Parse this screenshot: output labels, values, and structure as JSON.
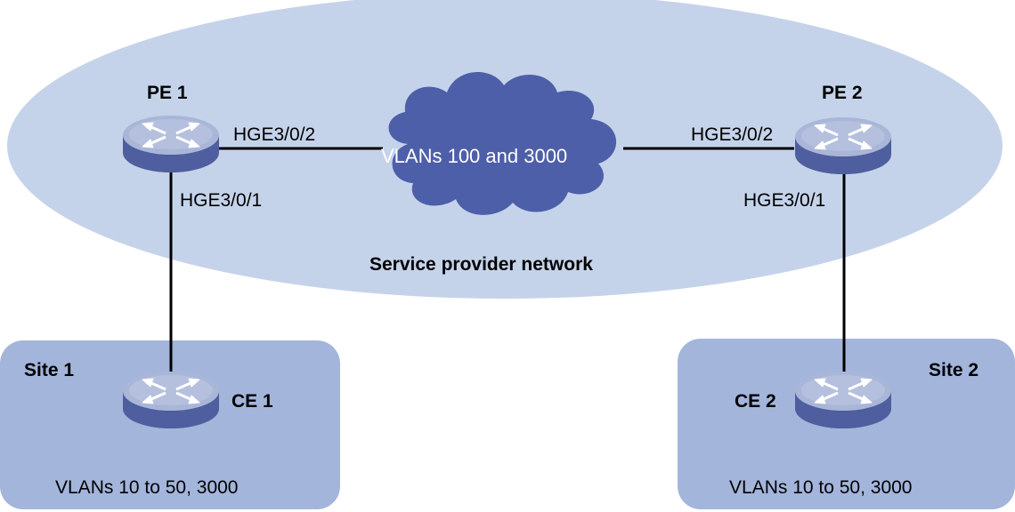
{
  "diagram": {
    "provider_network_label": "Service provider network",
    "cloud_label": "VLANs 100 and 3000",
    "devices": {
      "pe1": "PE 1",
      "pe2": "PE 2",
      "ce1": "CE 1",
      "ce2": "CE 2"
    },
    "ports": {
      "pe1_uplink": "HGE3/0/2",
      "pe1_downlink": "HGE3/0/1",
      "pe2_uplink": "HGE3/0/2",
      "pe2_downlink": "HGE3/0/1"
    },
    "sites": {
      "site1_name": "Site 1",
      "site1_vlans": "VLANs 10 to 50, 3000",
      "site2_name": "Site 2",
      "site2_vlans": "VLANs 10 to 50, 3000"
    },
    "colors": {
      "provider_ellipse": "#c5d3ea",
      "site_box": "#a3b5db",
      "cloud": "#4d5fa8",
      "switch_top": "#aab6d8",
      "switch_side": "#4e5e9e"
    }
  }
}
